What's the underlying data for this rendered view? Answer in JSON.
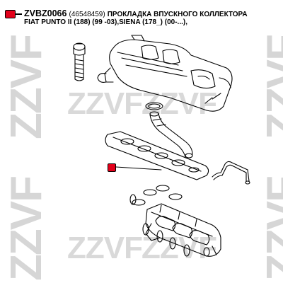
{
  "header": {
    "code": "ZVBZ0066",
    "part_number": "(46548459)",
    "description": "ПРОКЛАДКА ВПУСКНОГО КОЛЛЕКТОРА",
    "applicability": "FIAT PUNTO II (188) (99 -03),SIENA (178_) (00-...),"
  },
  "watermark": {
    "text": "ZZVF"
  },
  "colors": {
    "marker": "#e2001a",
    "watermark": "#d6d6d6",
    "line": "#000000"
  }
}
